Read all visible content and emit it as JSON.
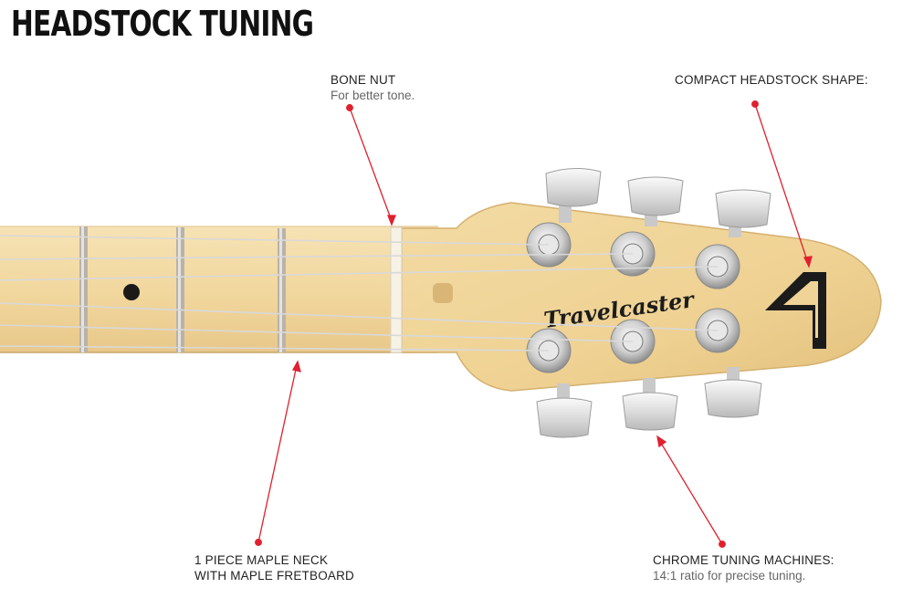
{
  "title": "HEADSTOCK TUNING",
  "callouts": {
    "bone_nut": {
      "heading": "BONE NUT",
      "sub": "For better tone."
    },
    "compact_headstock": {
      "heading": "COMPACT HEADSTOCK SHAPE:"
    },
    "maple_neck": {
      "line1": "1 PIECE MAPLE NECK",
      "line2": "WITH MAPLE FRETBOARD"
    },
    "tuning_machines": {
      "heading": "CHROME TUNING MACHINES:",
      "sub": "14:1 ratio for precise tuning."
    }
  },
  "headstock": {
    "brand": "Travelcaster"
  },
  "colors": {
    "accent": "#e0202e",
    "maple": "#f0d49a",
    "chrome": "#e4e4e4"
  }
}
